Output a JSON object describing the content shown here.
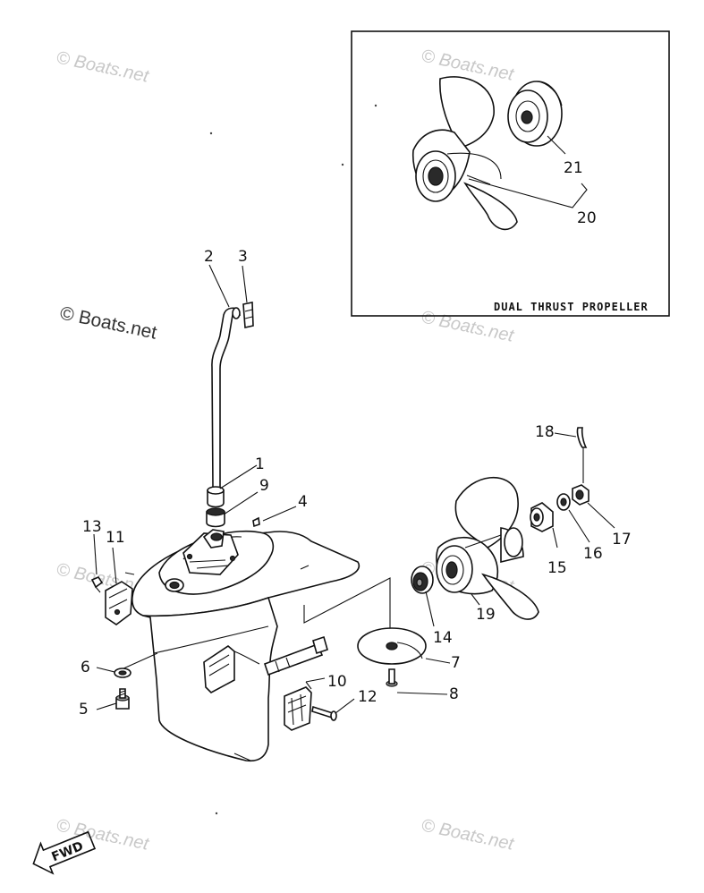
{
  "watermark": {
    "text": "© Boats.net"
  },
  "inset": {
    "caption": "DUAL THRUST PROPELLER",
    "labels": {
      "p20": "20",
      "p21": "21"
    }
  },
  "labels": {
    "p1": "1",
    "p2": "2",
    "p3": "3",
    "p4": "4",
    "p5": "5",
    "p6": "6",
    "p7": "7",
    "p8": "8",
    "p9": "9",
    "p10": "10",
    "p11": "11",
    "p12": "12",
    "p13": "13",
    "p14": "14",
    "p15": "15",
    "p16": "16",
    "p17": "17",
    "p18": "18",
    "p19": "19"
  },
  "fwd_marker": {
    "text": "FWD"
  }
}
